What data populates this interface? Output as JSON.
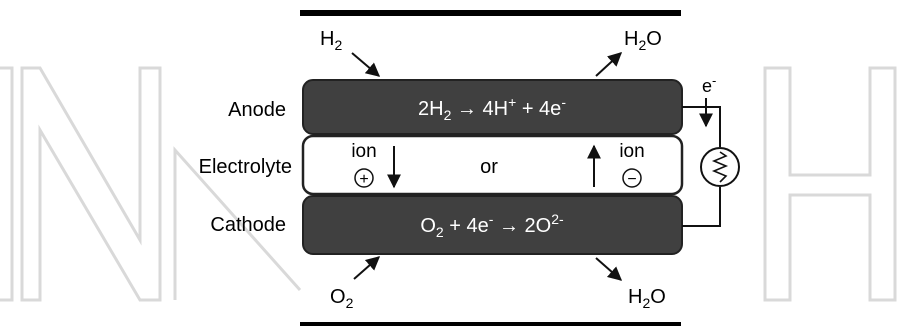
{
  "watermark": "INTECH",
  "layers": {
    "anode": "Anode",
    "electrolyte": "Electrolyte",
    "cathode": "Cathode"
  },
  "reactions": {
    "anode": {
      "a": "2H",
      "a_sub": "2",
      "arrow": " → ",
      "b": "4H",
      "b_sup": "+",
      "c": " + 4e",
      "c_sup": "-"
    },
    "cathode": {
      "a": "O",
      "a_sub": "2",
      "b": " + 4e",
      "b_sup": "-",
      "arrow": " → ",
      "c": "2O",
      "c_sup": "2-"
    }
  },
  "species": {
    "h2_in": {
      "base": "H",
      "sub": "2"
    },
    "h2o_top": {
      "base": "H",
      "sub": "2",
      "tail": "O"
    },
    "o2_in": {
      "base": "O",
      "sub": "2"
    },
    "h2o_bottom": {
      "base": "H",
      "sub": "2",
      "tail": "O"
    }
  },
  "electrolyte": {
    "ion_left": "ion",
    "ion_left_sign": "+",
    "middle": "or",
    "ion_right": "ion",
    "ion_right_sign": "−"
  },
  "circuit": {
    "electron": "e",
    "electron_sup": "-"
  },
  "colors": {
    "plate": "#404040",
    "border": "#222222",
    "line": "#111111",
    "watermark": "#d9d9d9"
  }
}
